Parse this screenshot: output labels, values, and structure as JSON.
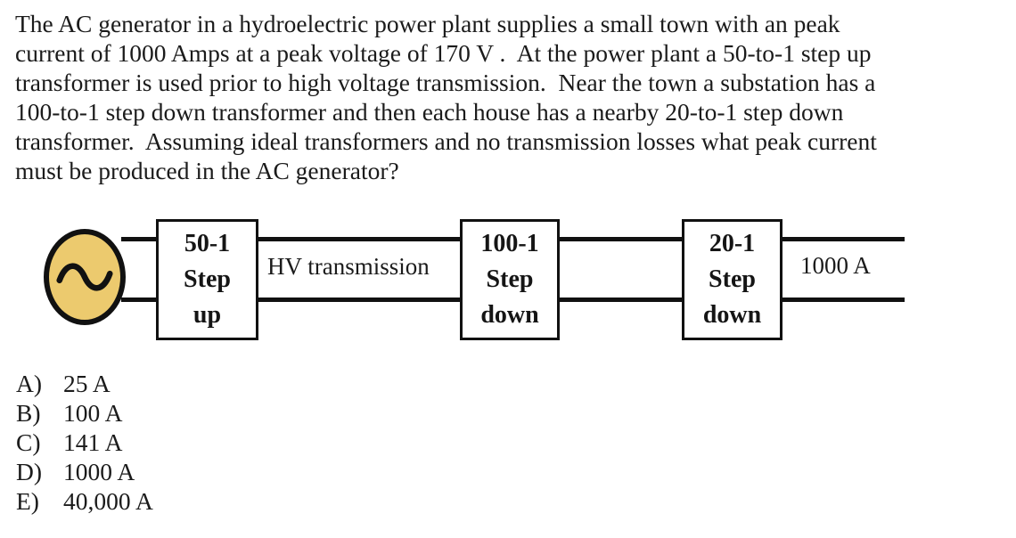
{
  "problem": {
    "lines": [
      "The AC generator in a hydroelectric power plant supplies a small town with an peak",
      "current of 1000 Amps at a peak voltage of 170 V .  At the power plant a 50-to-1 step up",
      "transformer is used prior to high voltage transmission.  Near the town a substation has a",
      "100-to-1 step down transformer and then each house has a nearby 20-to-1 step down",
      "transformer.  Assuming ideal transformers and no transmission losses what peak current",
      "must be produced in the AC generator?"
    ]
  },
  "diagram": {
    "generator": {
      "icon": "ac-sine-wave",
      "fill_color": "#ecca6e",
      "outline_color": "#111111"
    },
    "boxes": [
      {
        "lines": [
          "50-1",
          "Step",
          "up"
        ]
      },
      {
        "lines": [
          "100-1",
          "Step",
          "down"
        ]
      },
      {
        "lines": [
          "20-1",
          "Step",
          "down"
        ]
      }
    ],
    "labels": {
      "transmission": "HV transmission",
      "output_current": "1000 A"
    }
  },
  "choices": [
    {
      "label": "A)",
      "value": "25 A"
    },
    {
      "label": "B)",
      "value": "100 A"
    },
    {
      "label": "C)",
      "value": "141 A"
    },
    {
      "label": "D)",
      "value": "1000 A"
    },
    {
      "label": "E)",
      "value": "40,000 A"
    }
  ]
}
